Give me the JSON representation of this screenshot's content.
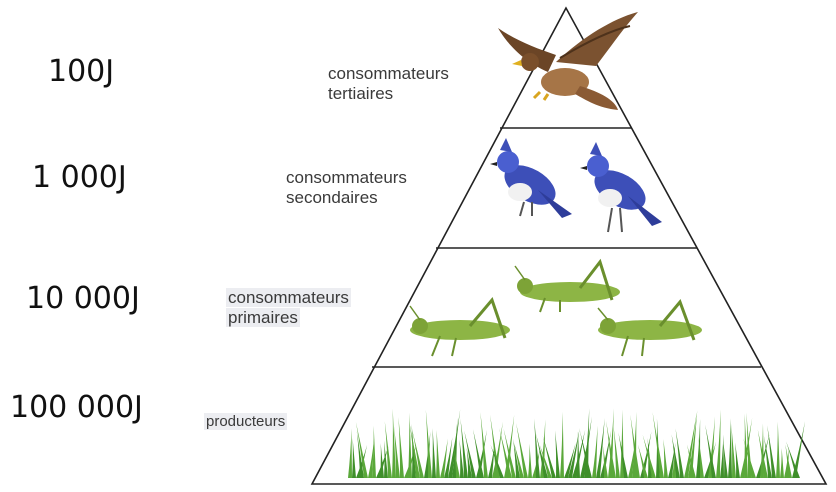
{
  "levels": [
    {
      "energy": "100J",
      "label_line1": "consommateurs",
      "label_line2": "tertiaires",
      "organism": "hawk-icon"
    },
    {
      "energy": "1 000J",
      "label_line1": "consommateurs",
      "label_line2": "secondaires",
      "organism": "bluejay-icon"
    },
    {
      "energy": "10 000J",
      "label_line1": "consommateurs",
      "label_line2": "primaires",
      "organism": "grasshopper-icon"
    },
    {
      "energy": "100 000J",
      "label_line1": "producteurs",
      "label_line2": "",
      "organism": "grass-icon"
    }
  ],
  "colors": {
    "outline": "#222222",
    "hawk": "#8a5a34",
    "bluejay": "#3d4fb8",
    "grasshopper": "#8db545",
    "grass": "#3f8f2a"
  }
}
